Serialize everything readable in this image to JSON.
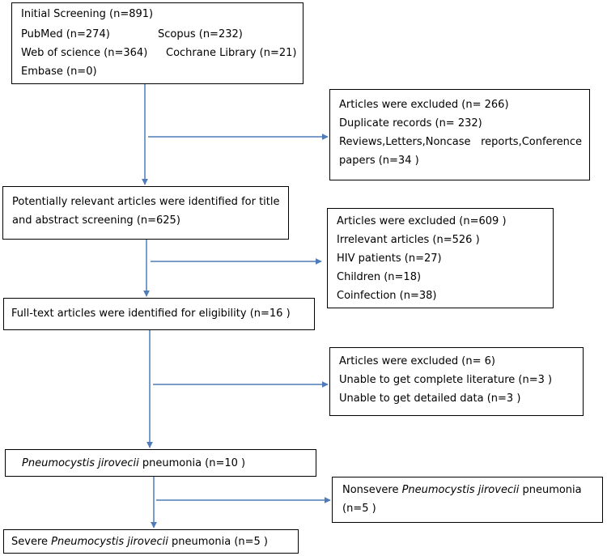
{
  "colors": {
    "arrow": "#4f7cb8",
    "border": "#000000",
    "text": "#000000"
  },
  "box1": {
    "title": "Initial Screening (n=891)",
    "pubmed": "PubMed (n=274)",
    "scopus": "Scopus (n=232)",
    "wos": "Web of science (n=364)",
    "cochrane": "Cochrane Library (n=21)",
    "embase": "Embase (n=0)"
  },
  "excl1": {
    "title": "Articles were excluded (n= 266)",
    "dup": "Duplicate records (n= 232)",
    "rev1": "Reviews,Letters,Noncase reports,Conference",
    "rev2": "papers (n=34 )"
  },
  "box2": {
    "line1": "Potentially relevant articles were identified for title",
    "line2": "and abstract screening (n=625)"
  },
  "excl2": {
    "title": "Articles were excluded (n=609 )",
    "irrelevant": "Irrelevant articles (n=526 )",
    "hiv": "HIV patients (n=27)",
    "children": "Children (n=18)",
    "coinfection": "Coinfection (n=38)"
  },
  "box3": {
    "text": "Full-text articles were identified for eligibility (n=16 )"
  },
  "excl3": {
    "title": "Articles were excluded (n= 6)",
    "complete": "Unable to get complete literature (n=3 )",
    "detailed": "Unable to get detailed data (n=3 )"
  },
  "box4": {
    "italic": "Pneumocystis jirovecii",
    "rest": " pneumonia (n=10 )"
  },
  "excl4": {
    "pre": "Nonsevere ",
    "italic": "Pneumocystis jirovecii",
    "post": " pneumonia",
    "line2": "(n=5 )"
  },
  "box5": {
    "pre": "Severe ",
    "italic": "Pneumocystis jirovecii",
    "post": " pneumonia (n=5 )"
  }
}
